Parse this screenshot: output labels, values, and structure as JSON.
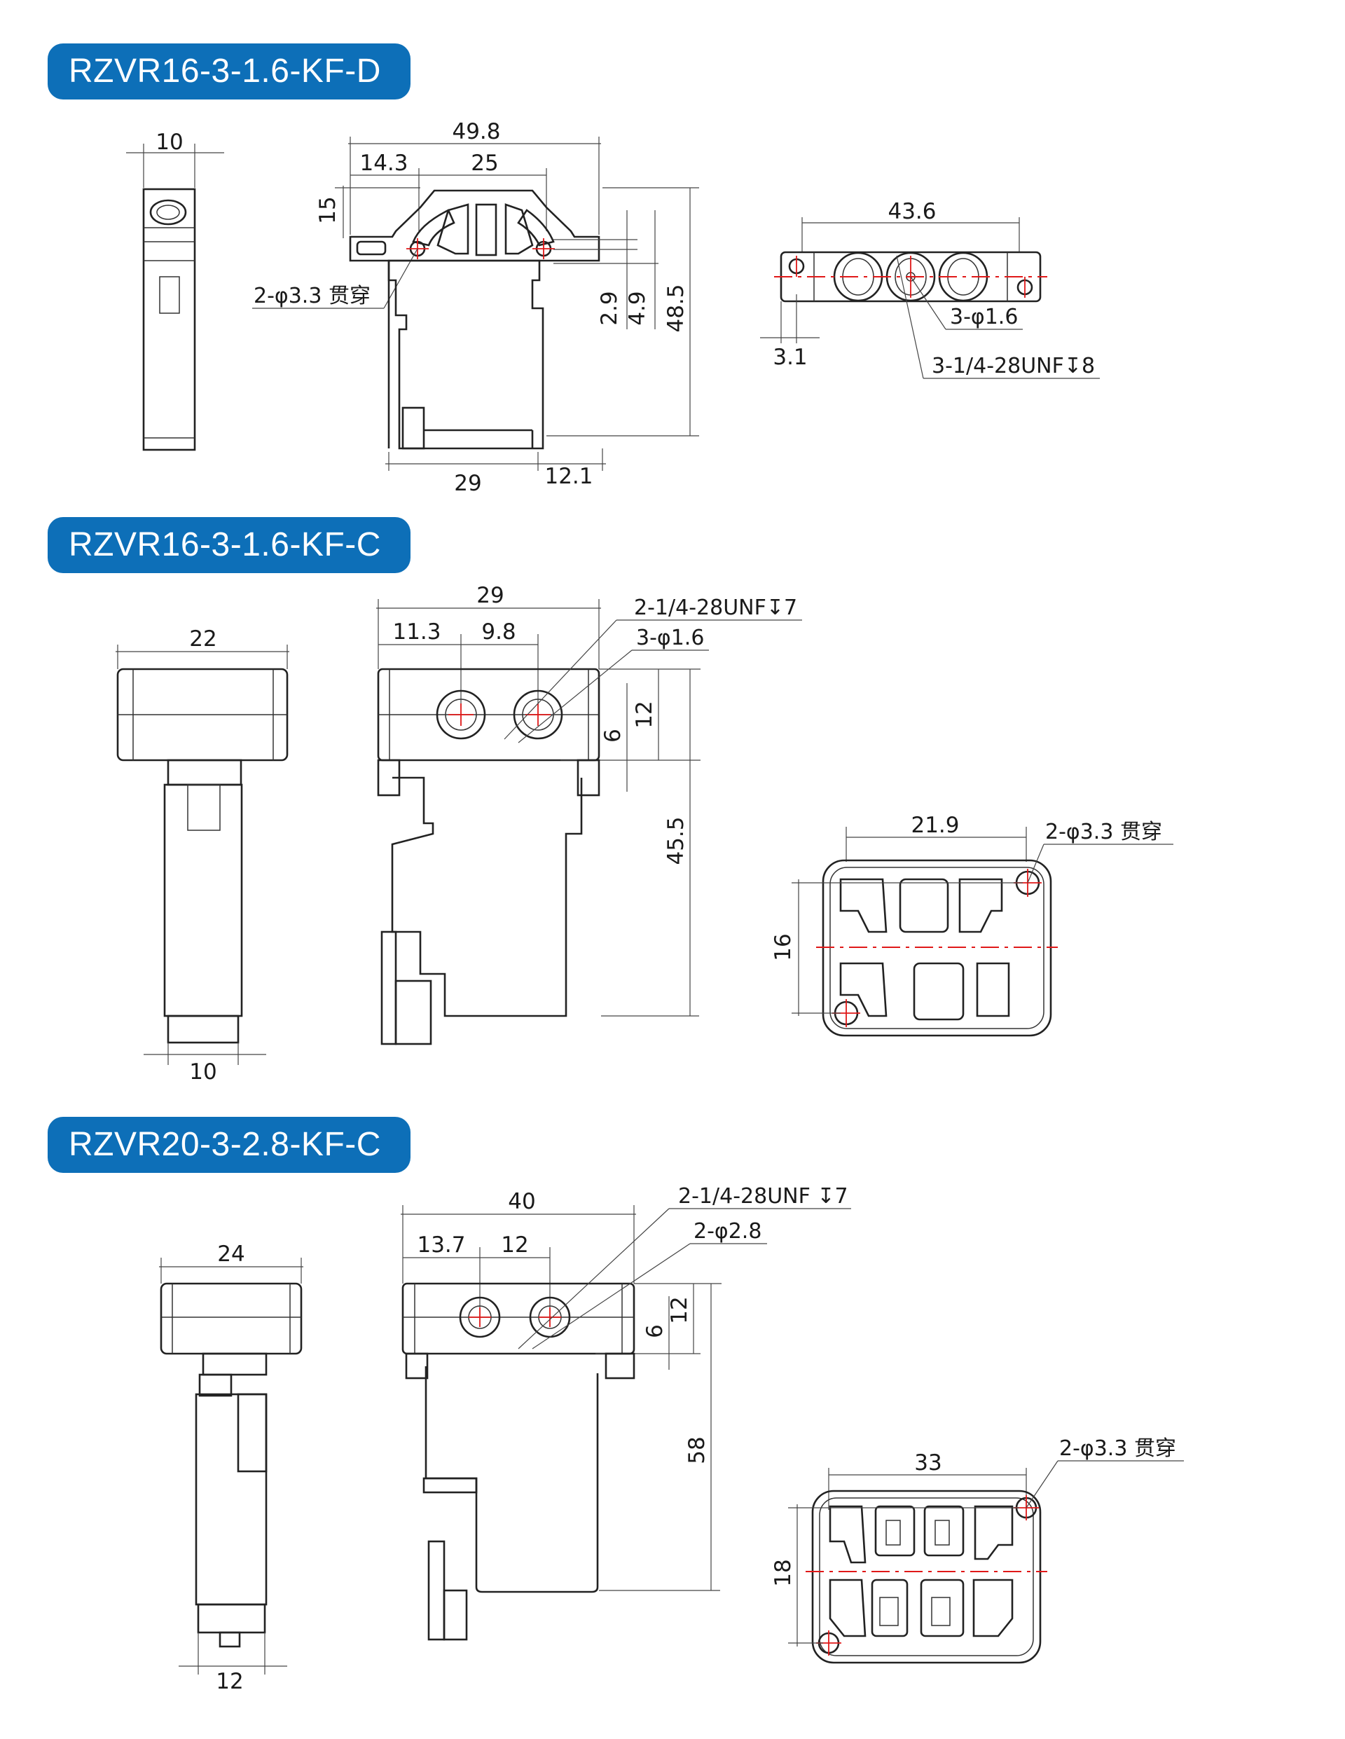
{
  "colors": {
    "badge": "#0d6fb8",
    "centerline": "#e01818",
    "outline": "#222222"
  },
  "sections": [
    {
      "title": "RZVR16-3-1.6-KF-D",
      "side": {
        "w": "10"
      },
      "front": {
        "overall": "49.8",
        "offset": "14.3",
        "pitch": "25",
        "height_top": "15",
        "h_small1": "2.9",
        "h_small2": "4.9",
        "height": "48.5",
        "base": "29",
        "base_right": "12.1",
        "hole_note": "2-φ3.3 贯穿"
      },
      "top": {
        "length": "43.6",
        "edge": "3.1",
        "port_note": "3-φ1.6",
        "thread_note": "3-1/4-28UNF↧8"
      }
    },
    {
      "title": "RZVR16-3-1.6-KF-C",
      "side": {
        "w_top": "22",
        "w_bottom": "10"
      },
      "front": {
        "overall": "29",
        "offset": "11.3",
        "pitch": "9.8",
        "h1": "12",
        "h2": "6",
        "height": "45.5",
        "thread_note": "2-1/4-28UNF↧7",
        "port_note": "3-φ1.6"
      },
      "bottom": {
        "spacing": "21.9",
        "height": "16",
        "hole_note": "2-φ3.3 贯穿"
      }
    },
    {
      "title": "RZVR20-3-2.8-KF-C",
      "side": {
        "w_top": "24",
        "w_bottom": "12"
      },
      "front": {
        "overall": "40",
        "offset": "13.7",
        "pitch": "12",
        "h1": "12",
        "h2": "6",
        "height": "58",
        "thread_note": "2-1/4-28UNF ↧7",
        "port_note": "2-φ2.8"
      },
      "bottom": {
        "spacing": "33",
        "height": "18",
        "hole_note": "2-φ3.3 贯穿"
      }
    }
  ]
}
